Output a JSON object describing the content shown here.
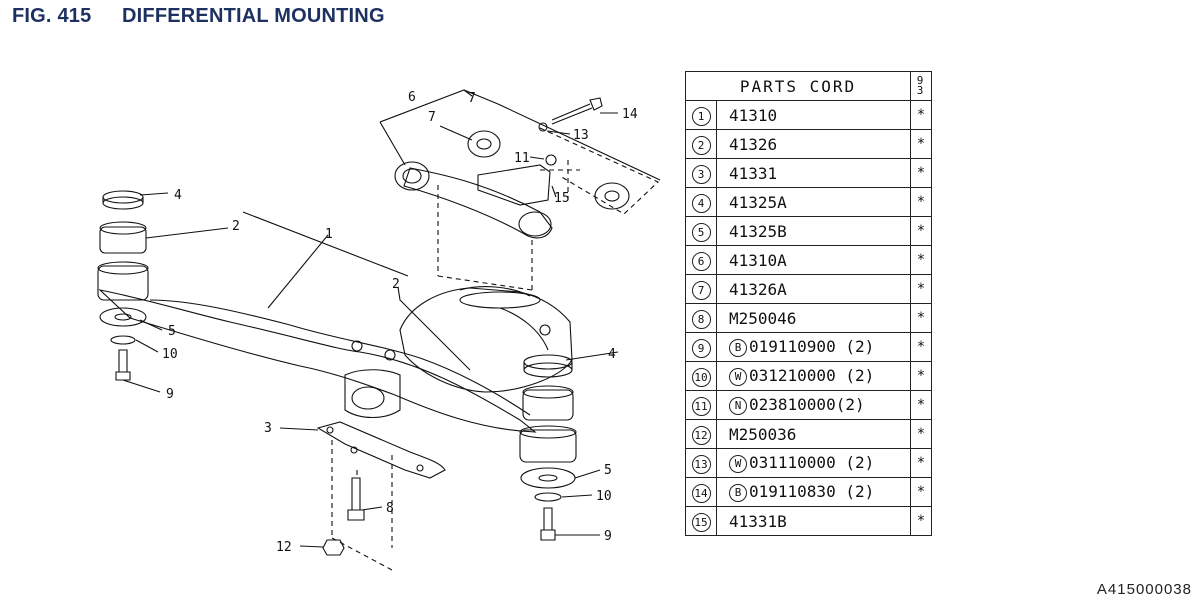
{
  "figure": {
    "number": "FIG. 415",
    "title": "DIFFERENTIAL MOUNTING"
  },
  "table": {
    "header": "PARTS CORD",
    "header_side": "9\n3",
    "rows": [
      {
        "ref": "1",
        "prefix": "",
        "code": "41310",
        "mark": "*"
      },
      {
        "ref": "2",
        "prefix": "",
        "code": "41326",
        "mark": "*"
      },
      {
        "ref": "3",
        "prefix": "",
        "code": "41331",
        "mark": "*"
      },
      {
        "ref": "4",
        "prefix": "",
        "code": "41325A",
        "mark": "*"
      },
      {
        "ref": "5",
        "prefix": "",
        "code": "41325B",
        "mark": "*"
      },
      {
        "ref": "6",
        "prefix": "",
        "code": "41310A",
        "mark": "*"
      },
      {
        "ref": "7",
        "prefix": "",
        "code": "41326A",
        "mark": "*"
      },
      {
        "ref": "8",
        "prefix": "",
        "code": "M250046",
        "mark": "*"
      },
      {
        "ref": "9",
        "prefix": "B",
        "code": "019110900 (2)",
        "mark": "*"
      },
      {
        "ref": "10",
        "prefix": "W",
        "code": "031210000 (2)",
        "mark": "*"
      },
      {
        "ref": "11",
        "prefix": "N",
        "code": "023810000(2)",
        "mark": "*"
      },
      {
        "ref": "12",
        "prefix": "",
        "code": "M250036",
        "mark": "*"
      },
      {
        "ref": "13",
        "prefix": "W",
        "code": "031110000 (2)",
        "mark": "*"
      },
      {
        "ref": "14",
        "prefix": "B",
        "code": "019110830 (2)",
        "mark": "*"
      },
      {
        "ref": "15",
        "prefix": "",
        "code": "41331B",
        "mark": "*"
      }
    ]
  },
  "callouts": {
    "c1": "1",
    "c2a": "2",
    "c2b": "2",
    "c3": "3",
    "c4a": "4",
    "c4b": "4",
    "c5a": "5",
    "c5b": "5",
    "c6": "6",
    "c7a": "7",
    "c7b": "7",
    "c8": "8",
    "c9a": "9",
    "c9b": "9",
    "c10a": "10",
    "c10b": "10",
    "c11": "11",
    "c12": "12",
    "c13": "13",
    "c14": "14",
    "c15": "15"
  },
  "doc_code": "A415000038"
}
